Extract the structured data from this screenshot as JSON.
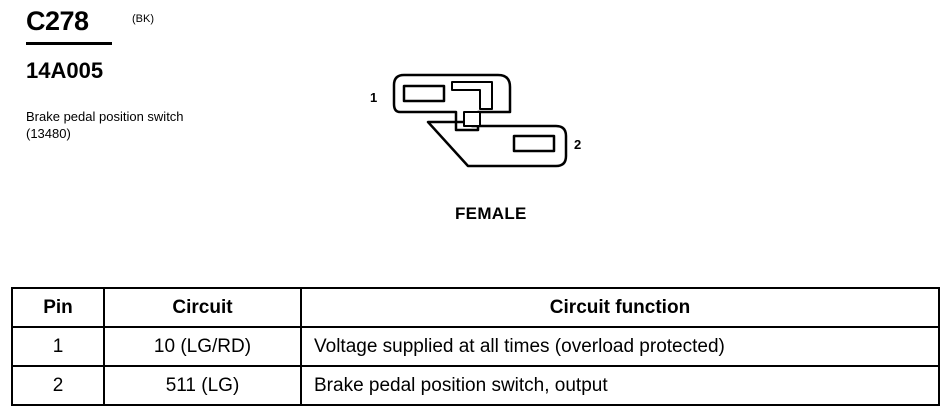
{
  "connector": {
    "id": "C278",
    "color": "(BK)",
    "part_number": "14A005",
    "description": "Brake pedal position switch (13480)",
    "gender": "FEMALE",
    "pin_labels": [
      "1",
      "2"
    ]
  },
  "table": {
    "headers": [
      "Pin",
      "Circuit",
      "Circuit function"
    ],
    "rows": [
      {
        "pin": "1",
        "circuit": "10 (LG/RD)",
        "function": "Voltage supplied at all times (overload protected)"
      },
      {
        "pin": "2",
        "circuit": "511 (LG)",
        "function": "Brake pedal position switch, output"
      }
    ]
  }
}
